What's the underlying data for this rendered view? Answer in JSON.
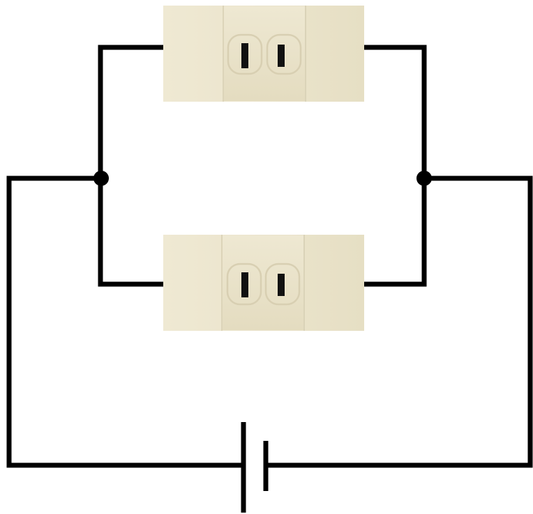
{
  "diagram": {
    "components": [
      {
        "id": "outlet-top",
        "type": "power-outlet",
        "slots": 2
      },
      {
        "id": "outlet-bottom",
        "type": "power-outlet",
        "slots": 2
      },
      {
        "id": "battery",
        "type": "battery-cell"
      },
      {
        "id": "junction-left",
        "type": "junction-node"
      },
      {
        "id": "junction-right",
        "type": "junction-node"
      }
    ],
    "connection": "parallel",
    "colors": {
      "wire": "#000000",
      "plate": "#ece6cf",
      "plate_face": "#e9e2c8",
      "slot": "#111111"
    }
  }
}
